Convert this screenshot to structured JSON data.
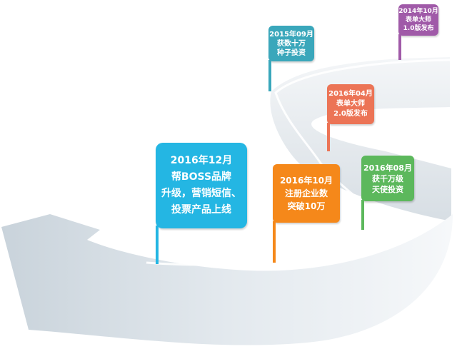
{
  "milestones": [
    {
      "date": "2014年10月",
      "lines": [
        "表单大师",
        "1.0版发布"
      ],
      "color": "#a05aa8"
    },
    {
      "date": "2015年09月",
      "lines": [
        "获数十万",
        "种子投资"
      ],
      "color": "#3aa7bb"
    },
    {
      "date": "2016年04月",
      "lines": [
        "表单大师",
        "2.0版发布"
      ],
      "color": "#ec7456"
    },
    {
      "date": "2016年08月",
      "lines": [
        "获千万级",
        "天使投资"
      ],
      "color": "#5cb85c"
    },
    {
      "date": "2016年10月",
      "lines": [
        "注册企业数",
        "突破10万"
      ],
      "color": "#f5881a"
    },
    {
      "date": "2016年12月",
      "lines": [
        "帮BOSS品牌",
        "升级，营销短信、",
        "投票产品上线"
      ],
      "color": "#24b6e3"
    }
  ]
}
